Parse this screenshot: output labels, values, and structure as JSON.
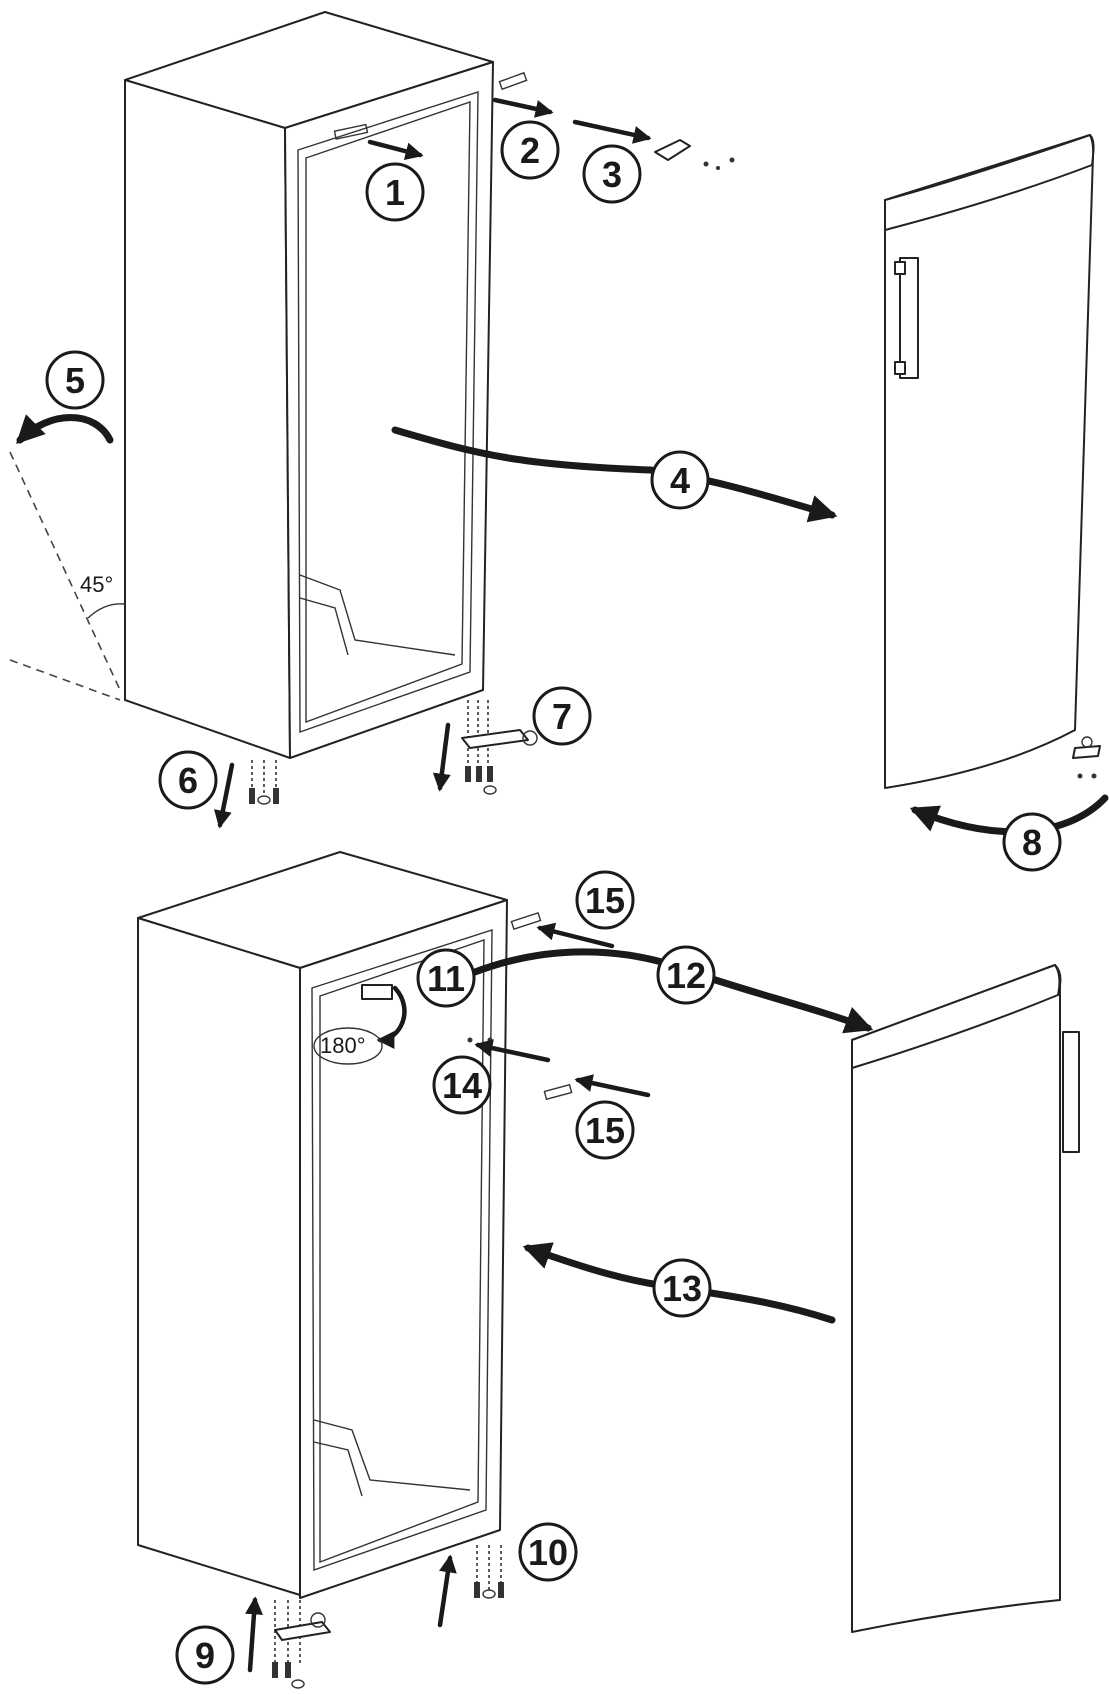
{
  "diagram": {
    "steps": [
      "1",
      "2",
      "3",
      "4",
      "5",
      "6",
      "7",
      "8",
      "9",
      "10",
      "11",
      "12",
      "13",
      "14",
      "15",
      "15"
    ],
    "angle_label": "45°",
    "rotation_label": "180°"
  }
}
